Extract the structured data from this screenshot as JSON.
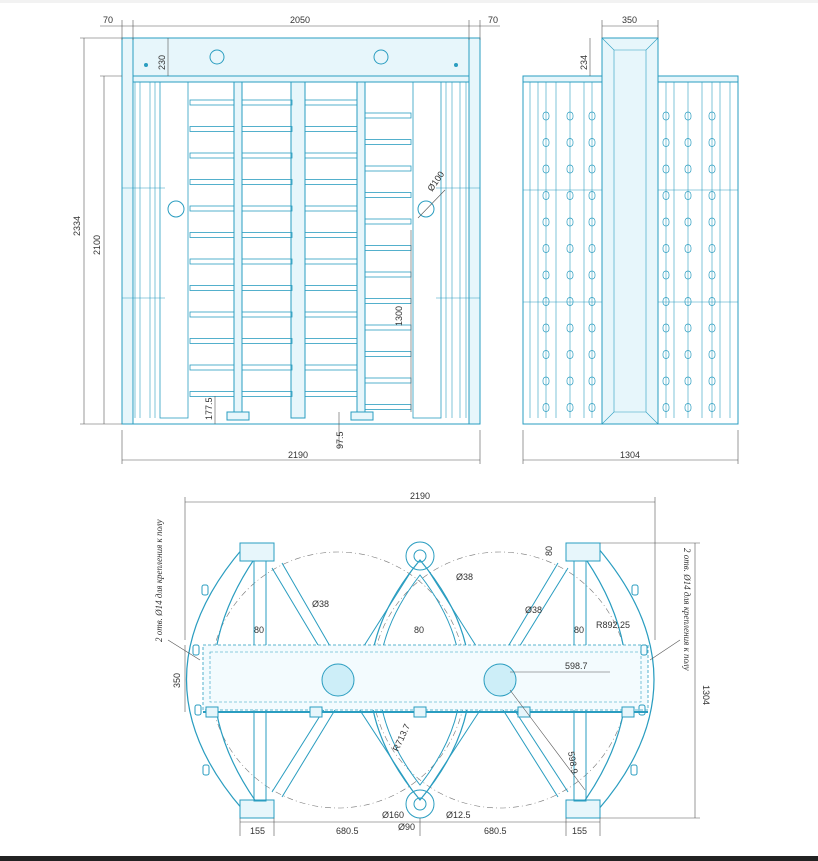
{
  "front_view": {
    "width_total": "2190",
    "width_inner": "2050",
    "left_post": "70",
    "right_post": "70",
    "height_total": "2334",
    "height_frame": "2100",
    "top_beam": "230",
    "pass_height": "1300",
    "bar_offset": "177.5",
    "floor_offset": "97.5",
    "hole_dia": "Ø100"
  },
  "side_view": {
    "width_total": "1304",
    "column_width": "350",
    "top_beam": "234"
  },
  "plan_view": {
    "width_total": "2190",
    "depth_total": "1304",
    "beam_depth": "350",
    "post_top": "80",
    "radius_main": "R892.25",
    "radius_arc": "R713.7",
    "rotor_offset": "598.7",
    "offset_diag": "598.9",
    "rib_1": "Ø38",
    "rib_2": "Ø38",
    "rib_3": "Ø38",
    "span_1": "80",
    "span_2": "80",
    "span_3": "80",
    "base_hole": "Ø160",
    "base_hole2": "Ø90",
    "bolt": "Ø12.5",
    "edge_left": "155",
    "edge_right": "155",
    "gap_left": "680.5",
    "gap_right": "680.5",
    "note_left": "2 отв. Ø14 для крепления к полу",
    "note_right": "2 отв. Ø14 для крепления к полу"
  },
  "colors": {
    "line": "#2a9dc0",
    "fill": "#e7f6fb",
    "dimension": "#555555"
  }
}
